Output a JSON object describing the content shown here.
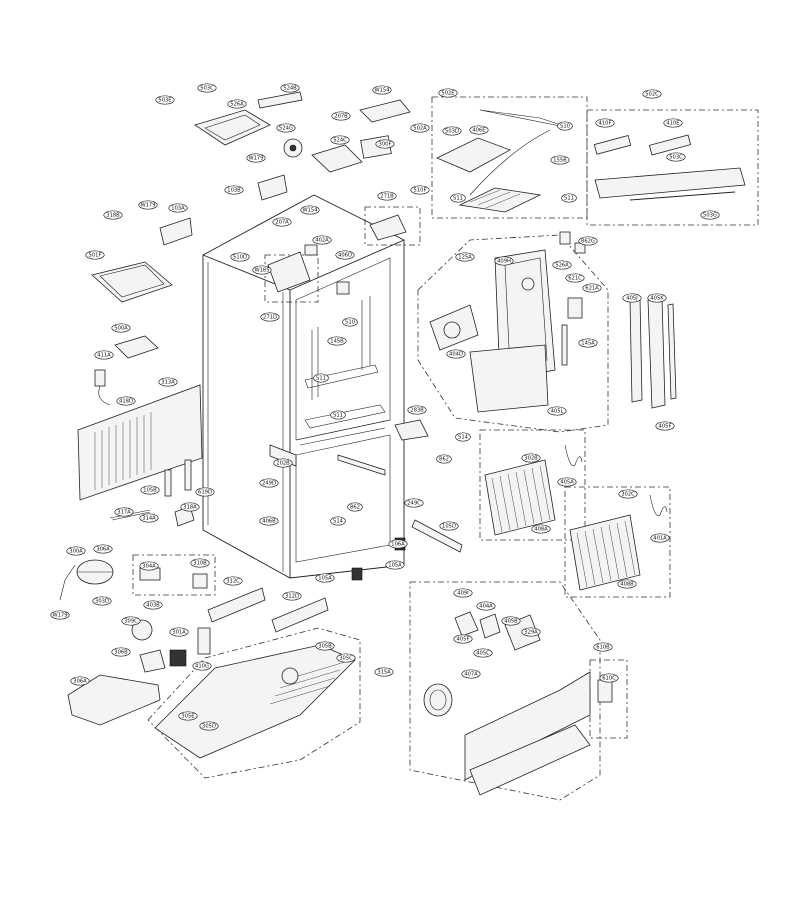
{
  "callouts": [
    "503E",
    "503C",
    "524B",
    "526A",
    "W154",
    "207B",
    "502A",
    "524G",
    "300F",
    "524C",
    "W179",
    "103B",
    "271B",
    "510F",
    "W179",
    "103A",
    "207A",
    "W154",
    "402A",
    "406D",
    "W185",
    "510D",
    "501F",
    "318B",
    "271D",
    "510",
    "145B",
    "500A",
    "411A",
    "313A",
    "S11",
    "S11",
    "418D",
    "283B",
    "S14",
    "862",
    "S11",
    "502E",
    "503D",
    "406E",
    "155B",
    "S11",
    "S10",
    "502C",
    "410F",
    "410E",
    "503C",
    "503G",
    "862G",
    "125A",
    "409H",
    "526A",
    "621C",
    "621A",
    "404D",
    "145A",
    "405L",
    "405J",
    "405K",
    "405F",
    "302B",
    "405A",
    "408A",
    "302C",
    "401A",
    "408B",
    "202B",
    "249D",
    "406B",
    "862",
    "249C",
    "S14",
    "105D",
    "106A",
    "105A",
    "105B",
    "619D",
    "318A",
    "317A",
    "314A",
    "300A",
    "306A",
    "303D",
    "304A",
    "310B",
    "W179",
    "105A",
    "312C",
    "312D",
    "409I",
    "404A",
    "405B",
    "329A",
    "309C",
    "403B",
    "301A",
    "405F",
    "405C",
    "306B",
    "410G",
    "305B",
    "305C",
    "315A",
    "407A",
    "610B",
    "610C",
    "306A",
    "305E",
    "305D"
  ]
}
